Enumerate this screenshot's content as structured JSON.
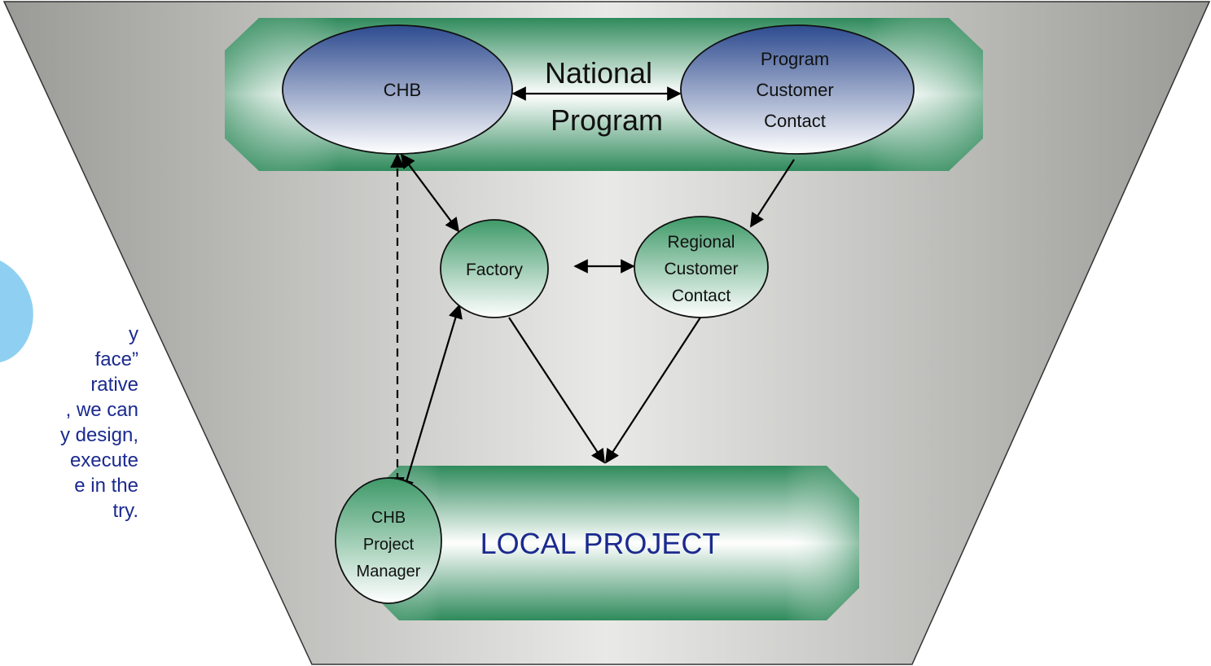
{
  "colors": {
    "funnel_light": "#e9e9e7",
    "funnel_dark": "#9a9a96",
    "band_green": "#2f8a5b",
    "band_white": "#ffffff",
    "top_oval_dark": "#2e4b8f",
    "green_oval": "#3f9a69",
    "arrow": "#000000",
    "side_text": "#1b2a8f",
    "drop_shape": "#8fd0f2"
  },
  "national_band": {
    "title_line1": "National",
    "title_line2": "Program"
  },
  "local_band": {
    "title": "LOCAL PROJECT"
  },
  "nodes": {
    "chb": {
      "label": "CHB"
    },
    "program_contact": {
      "lines": [
        "Program",
        "Customer",
        "Contact"
      ]
    },
    "factory": {
      "label": "Factory"
    },
    "regional_contact": {
      "lines": [
        "Regional",
        "Customer",
        "Contact"
      ]
    },
    "chb_pm": {
      "lines": [
        "CHB",
        "Project",
        "Manager"
      ]
    }
  },
  "side_text": {
    "lines": [
      "y",
      "face”",
      "rative",
      ", we can",
      "y design,",
      "execute",
      "e in the",
      "try."
    ]
  }
}
